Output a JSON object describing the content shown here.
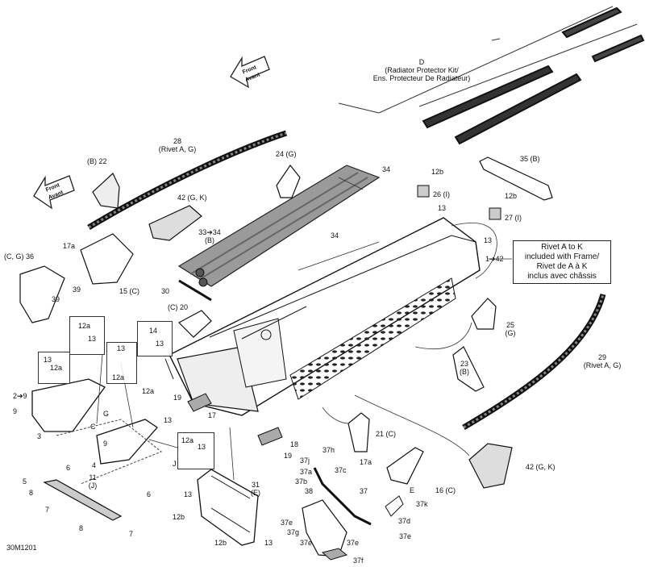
{
  "diagram_code": "30M1201",
  "front_arrows": [
    {
      "line1": "Front",
      "line2": "Avant"
    },
    {
      "line1": "Front",
      "line2": "Avant"
    }
  ],
  "radiator_kit": {
    "letter": "D",
    "line1": "(Radiator Protector Kit/",
    "line2": "Ens. Protecteur De Radiateur)"
  },
  "rivet_note": {
    "line1": "Rivet A to K",
    "line2": "included with Frame/",
    "line3": "Rivet de A à K",
    "line4": "inclus avec châssis"
  },
  "labels": {
    "l28a": "28",
    "l28b": "(Rivet A, G)",
    "l22": "(B) 22",
    "l24": "24 (G)",
    "l34a": "34",
    "l34b": "34",
    "l12b_1": "12b",
    "l26": "26 (I)",
    "l13_1": "13",
    "l12b_2": "12b",
    "l27": "27 (I)",
    "l13_2": "13",
    "l35": "35 (B)",
    "l42a": "42 (G, K)",
    "l3334": "33➔34",
    "l3334b": "(B)",
    "l1_42": "1➔42",
    "l36": "(C, G) 36",
    "l17a_1": "17a",
    "l39a": "39",
    "l39b": "39",
    "l15": "15 (C)",
    "l30": "30",
    "l20": "(C) 20",
    "l14": "14",
    "l13_c": "13",
    "l25": "25",
    "l25b": "(G)",
    "l29": "29",
    "l29b": "(Rivet A, G)",
    "l12a_1": "12a",
    "l13_a": "13",
    "l13_b": "13",
    "l12a_2": "12a",
    "l13_d": "13",
    "l12a_3": "12a",
    "l29_9": "2➔9",
    "l9a": "9",
    "l3": "3",
    "l19a": "19",
    "l17": "17",
    "l12a_4": "12a",
    "l13_e": "13",
    "lG": "G",
    "l23": "23",
    "l23b": "(B)",
    "l21": "21 (C)",
    "lC": "C",
    "l9b": "9",
    "l4": "4",
    "l6a": "6",
    "lJ": "J",
    "l12a_5": "12a",
    "l13_f": "13",
    "l18": "18",
    "l19b": "19",
    "l37h": "37h",
    "l37j": "37j",
    "l37a": "37a",
    "l37c": "37c",
    "l37b": "37b",
    "l17a_2": "17a",
    "l42b": "42 (G, K)",
    "lE": "E",
    "l16": "16 (C)",
    "l5": "5",
    "l11": "11",
    "l11b": "(J)",
    "l8a": "8",
    "l6b": "6",
    "l7a": "7",
    "l31": "31",
    "l31b": "(E)",
    "l13_g": "13",
    "l12b_3": "12b",
    "l38": "38",
    "l37": "37",
    "l37k": "37k",
    "l37d": "37d",
    "l37e_1": "37e",
    "l37g": "37g",
    "l37e_2": "37e",
    "l37e_3": "37e",
    "l37e_4": "37e",
    "l37f": "37f",
    "l8b": "8",
    "l7b": "7",
    "l12b_4": "12b",
    "l13_h": "13"
  }
}
